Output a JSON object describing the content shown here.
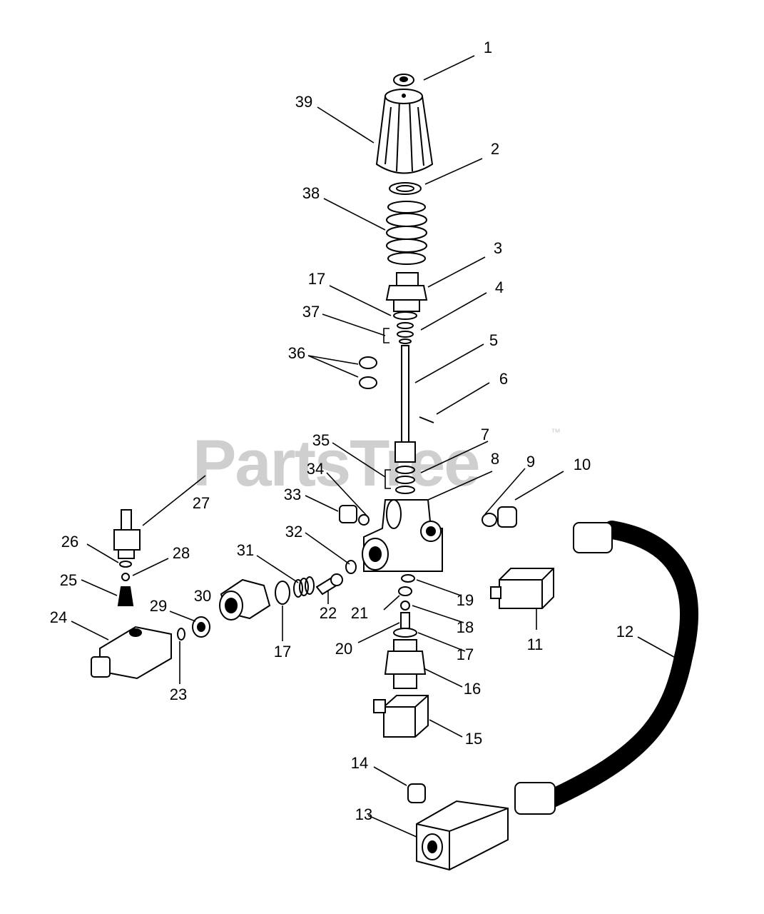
{
  "watermark": {
    "text": "PartsTree",
    "trademark": "™"
  },
  "callouts": {
    "c1": "1",
    "c2": "2",
    "c3": "3",
    "c4": "4",
    "c5": "5",
    "c6": "6",
    "c7": "7",
    "c8": "8",
    "c9": "9",
    "c10": "10",
    "c11": "11",
    "c12": "12",
    "c13": "13",
    "c14": "14",
    "c15": "15",
    "c16": "16",
    "c17a": "17",
    "c17b": "17",
    "c17c": "17",
    "c18": "18",
    "c19": "19",
    "c20": "20",
    "c21": "21",
    "c22": "22",
    "c23": "23",
    "c24": "24",
    "c25": "25",
    "c26": "26",
    "c27": "27",
    "c28": "28",
    "c29": "29",
    "c30": "30",
    "c31": "31",
    "c32": "32",
    "c33": "33",
    "c34": "34",
    "c35": "35",
    "c36": "36",
    "c37": "37",
    "c38": "38",
    "c39": "39"
  }
}
